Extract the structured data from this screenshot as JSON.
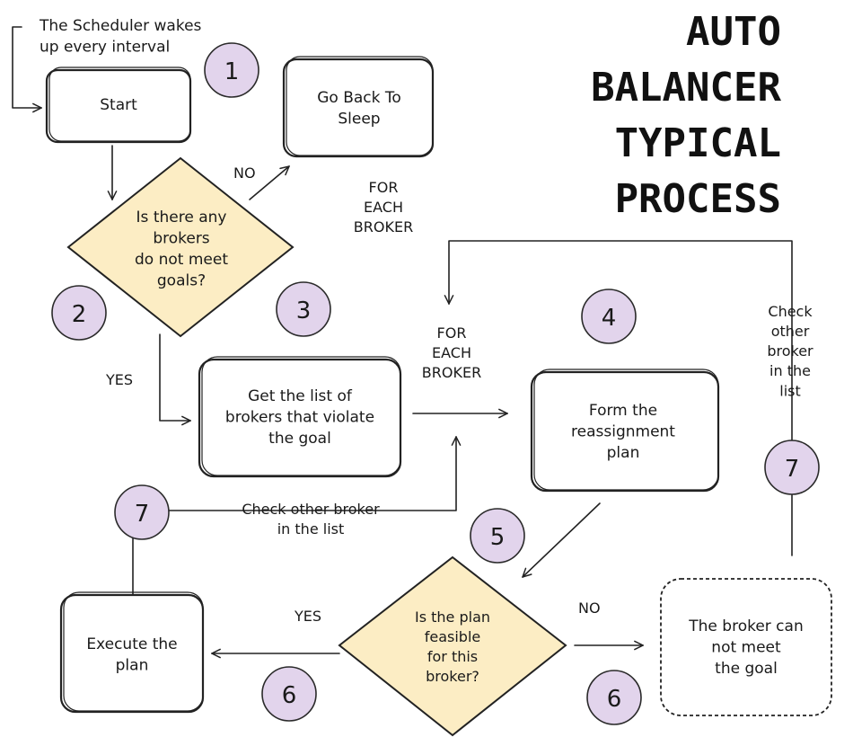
{
  "title": {
    "lines": [
      "AUTO",
      "BALANCER",
      "TYPICAL",
      "PROCESS"
    ]
  },
  "colors": {
    "diamond": "#fcedc4",
    "badge": "#e2d4ec",
    "stroke": "#222222"
  },
  "notes": {
    "scheduler": [
      "The Scheduler wakes",
      "up every interval"
    ],
    "no_top": "NO",
    "yes_left": "YES",
    "for_each_1": [
      "FOR",
      "EACH",
      "BROKER"
    ],
    "for_each_2": [
      "FOR",
      "EACH",
      "BROKER"
    ],
    "check_right": [
      "Check",
      "other",
      "broker",
      "in the",
      "list"
    ],
    "check_mid": [
      "Check other broker",
      "in the list"
    ],
    "yes_bottom": "YES",
    "no_bottom": "NO"
  },
  "nodes": {
    "start": [
      "Start"
    ],
    "sleep": [
      "Go Back To",
      "Sleep"
    ],
    "decision_any": [
      "Is there any",
      "brokers",
      "do not meet",
      "goals?"
    ],
    "get_list": [
      "Get the list of",
      "brokers that violate",
      "the goal"
    ],
    "form_plan": [
      "Form the",
      "reassignment",
      "plan"
    ],
    "decision_feasible": [
      "Is the plan",
      "feasible",
      "for this",
      "broker?"
    ],
    "execute": [
      "Execute the",
      "plan"
    ],
    "cannot_meet": [
      "The broker can",
      "not meet",
      "the goal"
    ]
  },
  "badges": [
    "1",
    "2",
    "3",
    "4",
    "5",
    "6",
    "6",
    "7",
    "7"
  ]
}
